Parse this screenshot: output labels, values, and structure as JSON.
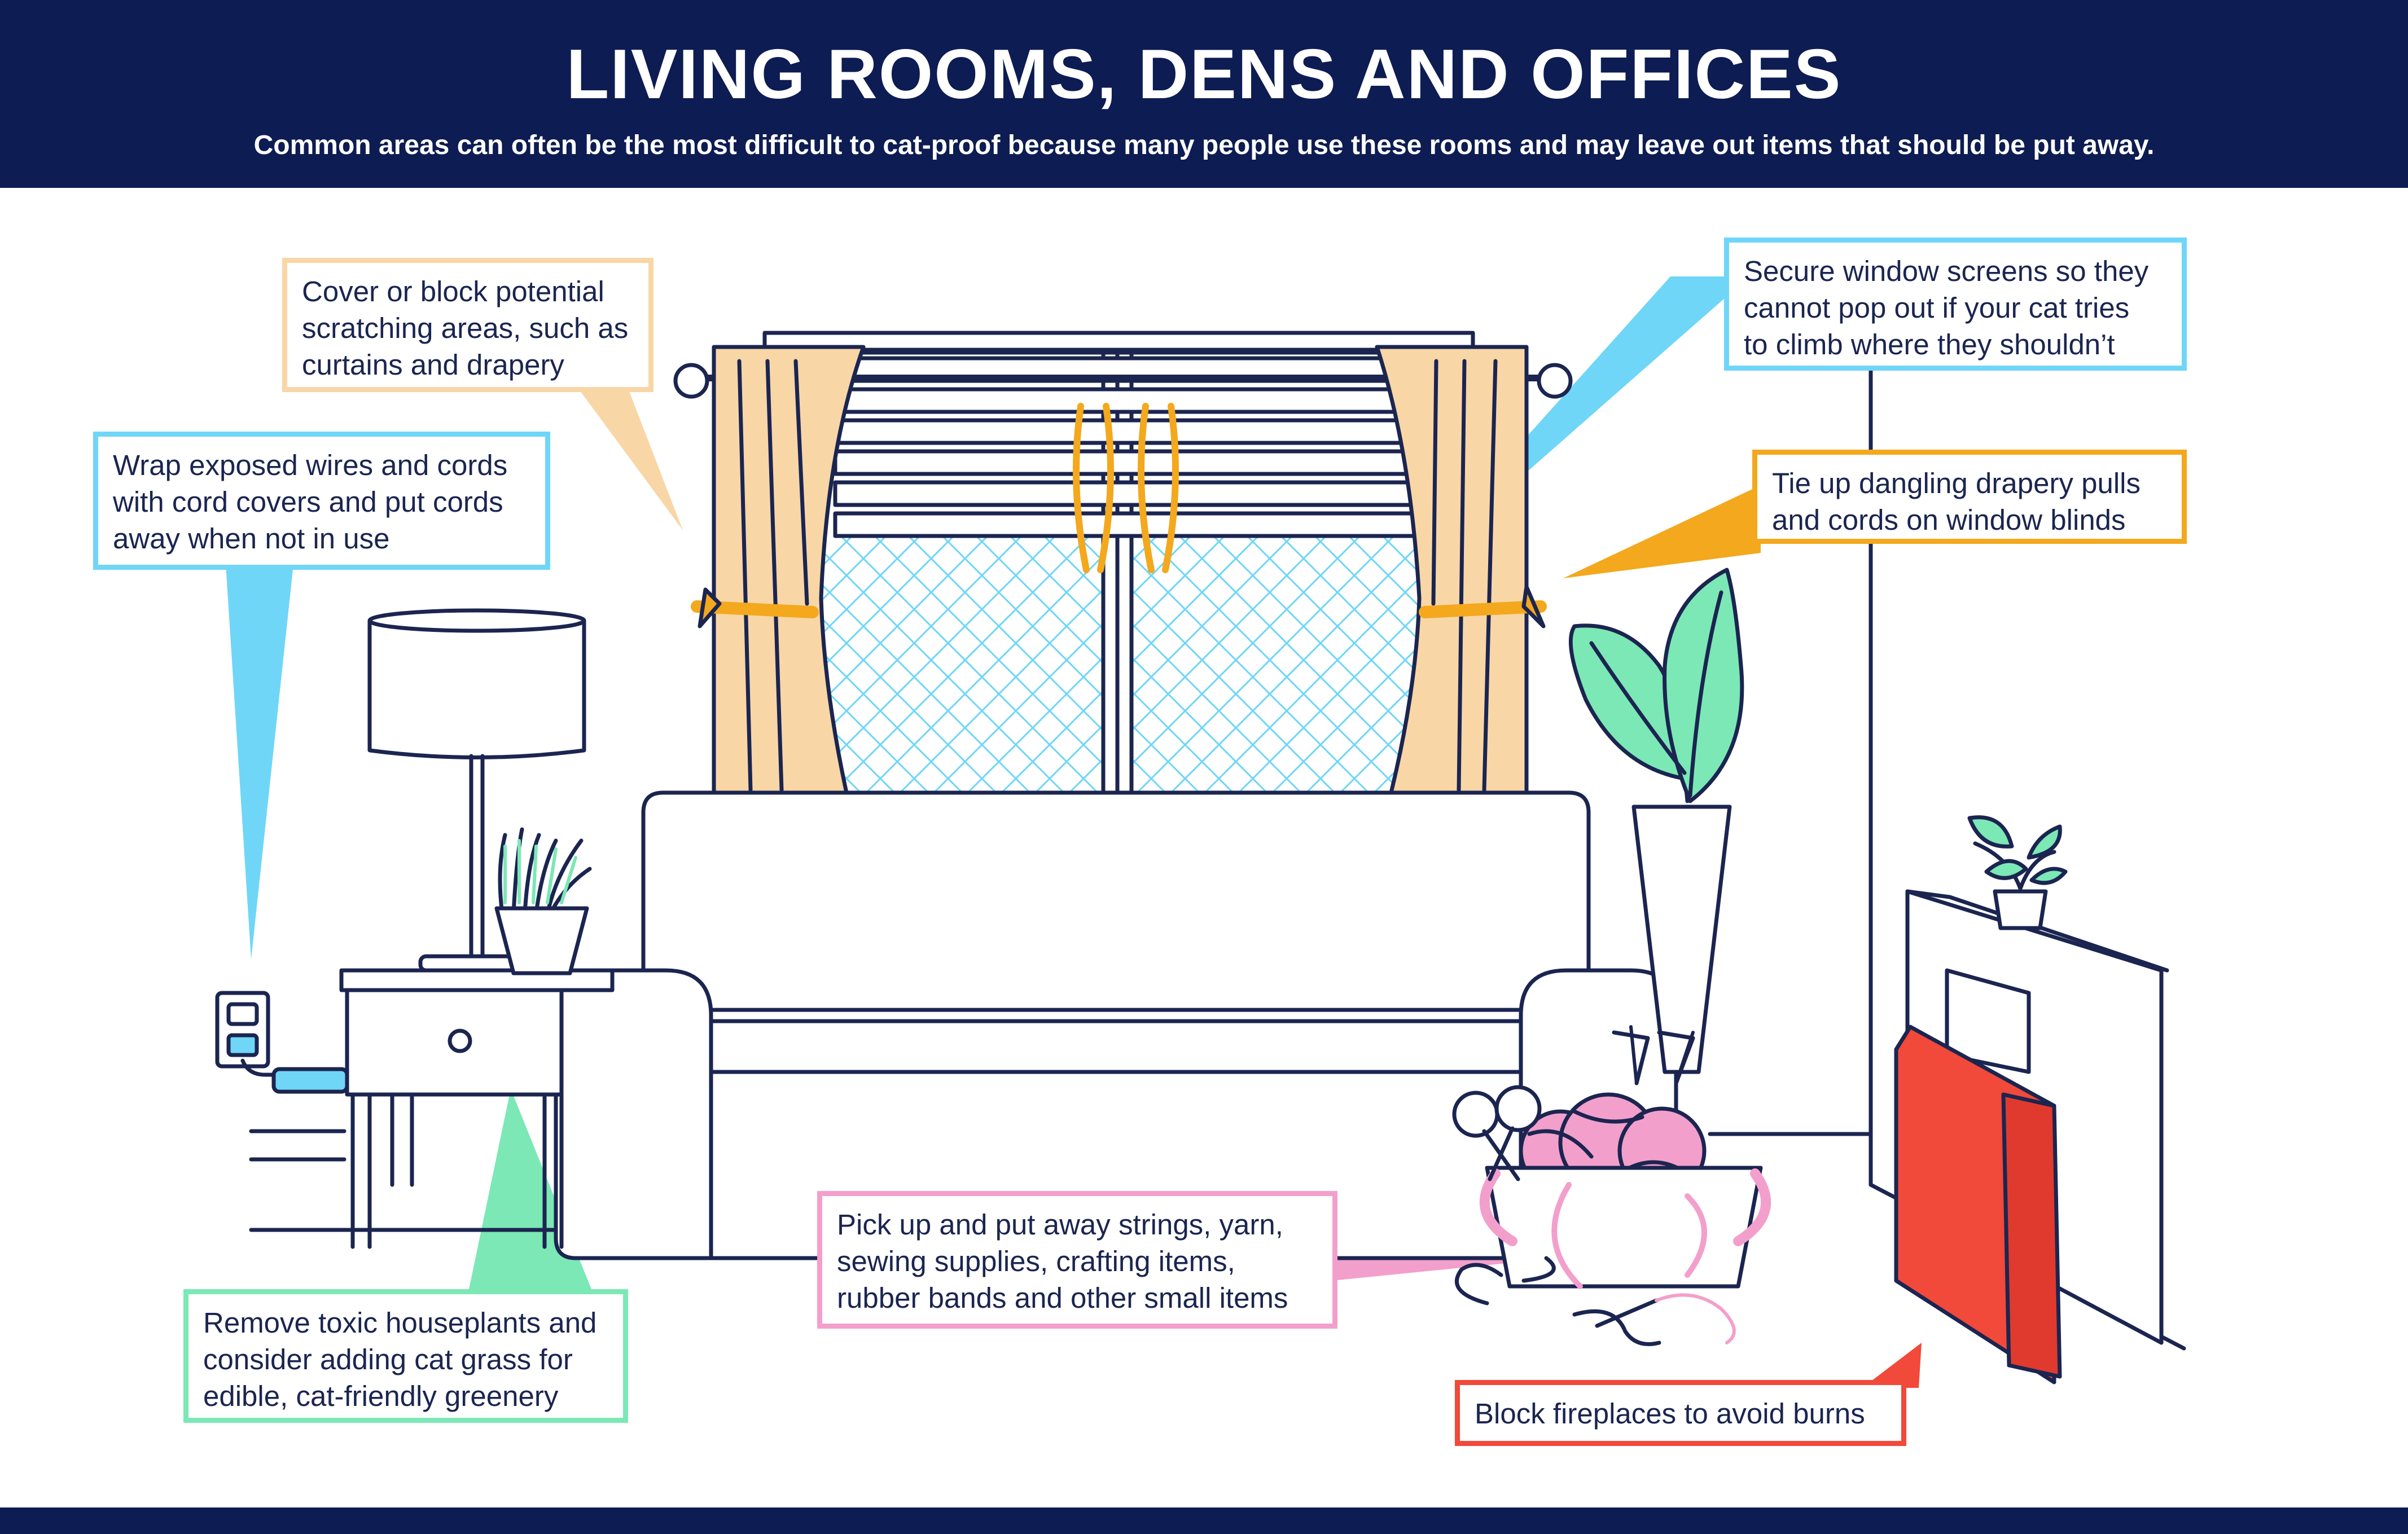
{
  "header": {
    "title": "LIVING ROOMS, DENS AND OFFICES",
    "subtitle": "Common areas can often be the most difficult to cat-proof because many people use these rooms and may leave out items that should be put away."
  },
  "colors": {
    "navy": "#0d1c52",
    "outline": "#1b2550",
    "peach": "#f8d6a6",
    "sky": "#6fd6f7",
    "orange": "#f3a81d",
    "mint": "#7be8b6",
    "pink": "#f39fcc",
    "red": "#f1493a"
  },
  "callouts": {
    "scratching": "Cover or block potential\nscratching areas, such as\ncurtains and drapery",
    "window_screens": "Secure window screens so they\ncannot pop out if your cat tries\nto climb where they shouldn’t",
    "wires": "Wrap exposed wires and cords\nwith cord covers and put cords\naway when not in use",
    "drapery_pulls": "Tie up dangling drapery pulls\nand cords on window blinds",
    "houseplants": "Remove toxic houseplants and\nconsider adding cat grass for\nedible, cat-friendly greenery",
    "small_items": "Pick up and put away strings, yarn,\nsewing supplies, crafting items,\nrubber bands and other small items",
    "fireplace": "Block fireplaces to avoid burns"
  },
  "illustration_icons": [
    "window-icon",
    "curtain-icon",
    "window-blinds-icon",
    "window-screen-icon",
    "table-lamp-icon",
    "side-table-icon",
    "wall-outlet-icon",
    "cord-cover-icon",
    "houseplant-icon",
    "tall-plant-icon",
    "sofa-icon",
    "yarn-basket-icon",
    "scissors-icon",
    "knitting-needles-icon",
    "sewing-needle-icon",
    "fireplace-icon",
    "fireplace-screen-icon",
    "mantel-plant-icon"
  ]
}
